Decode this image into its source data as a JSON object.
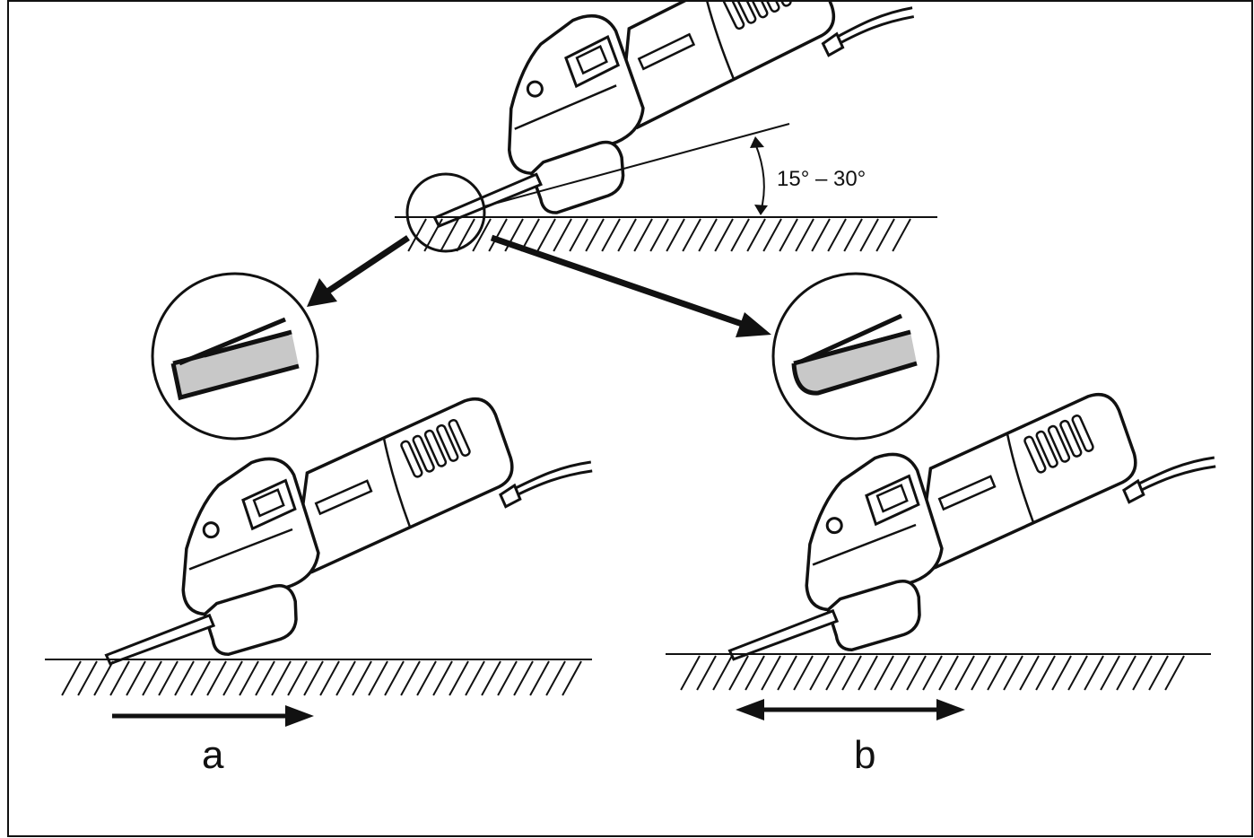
{
  "angle_label": "15° – 30°",
  "label_a": "a",
  "label_b": "b",
  "colors": {
    "line": "#111111",
    "disc_fill": "#c8c8c8",
    "background": "#ffffff"
  },
  "icons": {
    "grinder": "angle-grinder-icon",
    "zoom": "magnifier-circle-icon",
    "arrow": "arrow-icon"
  }
}
